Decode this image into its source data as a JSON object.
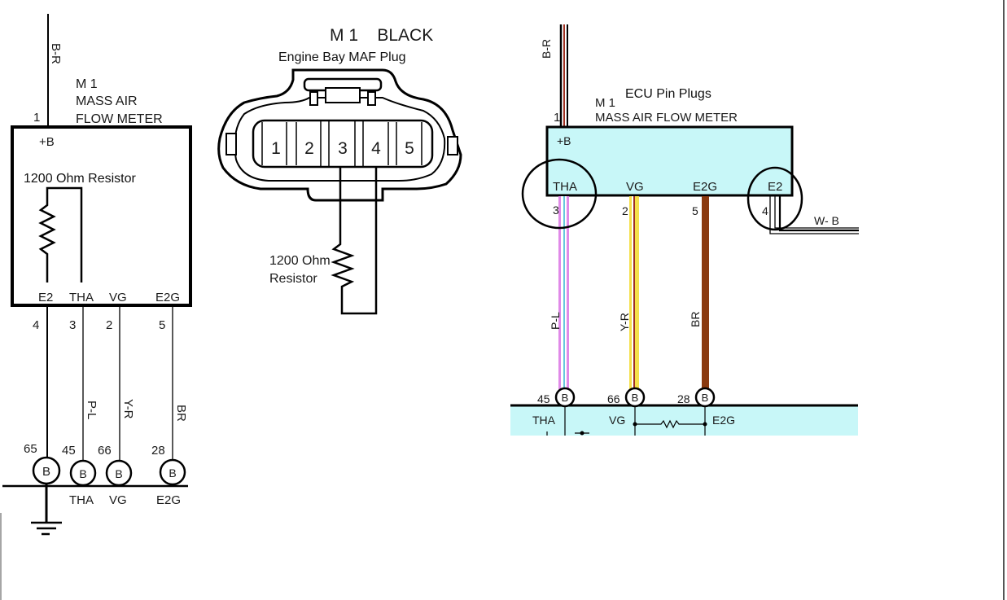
{
  "left_diagram": {
    "wire_top_color": "B-R",
    "component_id": "M 1",
    "component_name_line1": "MASS AIR",
    "component_name_line2": "FLOW METER",
    "pin_top_number": "1",
    "pin_top_label": "+B",
    "resistor_annotation": "1200 Ohm Resistor",
    "pins": [
      {
        "label": "E2",
        "number": "4"
      },
      {
        "label": "THA",
        "number": "3"
      },
      {
        "label": "VG",
        "number": "2"
      },
      {
        "label": "E2G",
        "number": "5"
      }
    ],
    "wire_colors": [
      "P-L",
      "Y-R",
      "BR"
    ],
    "ecu_terminals": [
      {
        "number": "65",
        "badge": "B",
        "label": ""
      },
      {
        "number": "45",
        "badge": "B",
        "label": "THA"
      },
      {
        "number": "66",
        "badge": "B",
        "label": "VG"
      },
      {
        "number": "28",
        "badge": "B",
        "label": "E2G"
      }
    ]
  },
  "connector": {
    "title": "M 1    BLACK",
    "subtitle": "Engine Bay MAF Plug",
    "pins": [
      "1",
      "2",
      "3",
      "4",
      "5"
    ],
    "resistor_annotation_line1": "1200 Ohm",
    "resistor_annotation_line2": "Resistor"
  },
  "right_diagram": {
    "wire_top_color": "B-R",
    "heading": "ECU Pin Plugs",
    "component_id": "M 1",
    "component_name": "MASS AIR FLOW METER",
    "pin_top_number": "1",
    "pin_top_label": "+B",
    "pins": [
      {
        "label": "THA",
        "number": "3",
        "wire": "P-L"
      },
      {
        "label": "VG",
        "number": "2",
        "wire": "Y-R"
      },
      {
        "label": "E2G",
        "number": "5",
        "wire": "BR"
      },
      {
        "label": "E2",
        "number": "4",
        "wire": "W- B"
      }
    ],
    "ecu_terminals": [
      {
        "number": "45",
        "badge": "B",
        "label": "THA"
      },
      {
        "number": "66",
        "badge": "B",
        "label": "VG"
      },
      {
        "number": "28",
        "badge": "B",
        "label": "E2G"
      }
    ],
    "colors": {
      "box_fill": "#c8f7f8",
      "wire_pink": "#e08ae8",
      "wire_cyan": "#66c8dd",
      "wire_yellow": "#f5e04a",
      "wire_red": "#a03020",
      "wire_brown": "#8a3a10"
    }
  }
}
